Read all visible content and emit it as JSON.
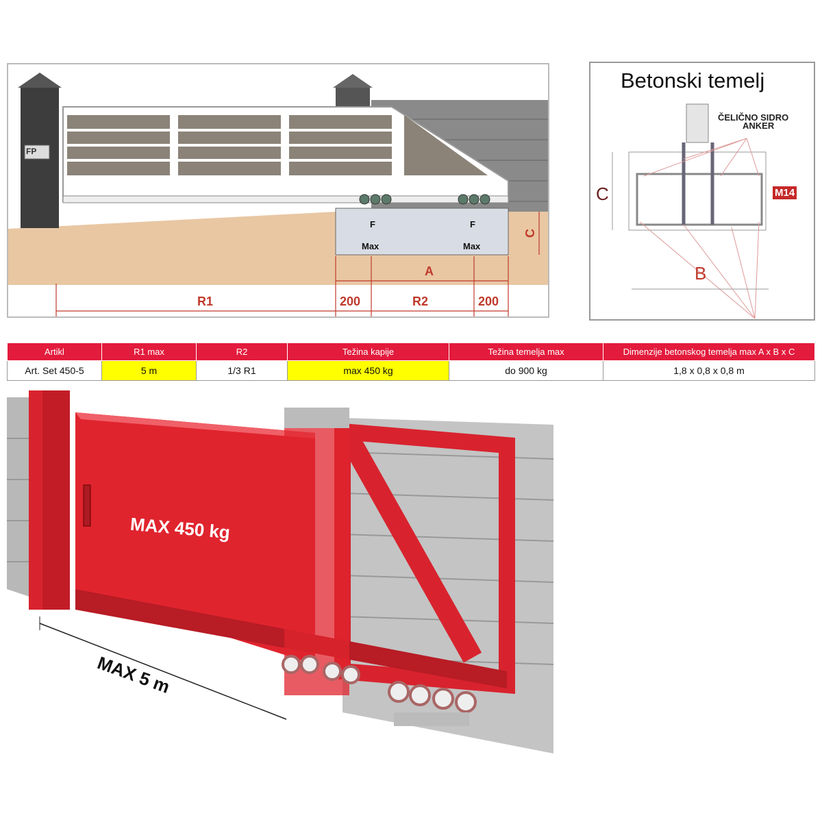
{
  "top_diagram": {
    "brand_plate": "FP",
    "force_label": "F",
    "max_label": "Max",
    "dim_c": "C",
    "dim_a": "A",
    "dim_r1": "R1",
    "dim_200_left": "200",
    "dim_r2": "R2",
    "dim_200_right": "200"
  },
  "foundation": {
    "title": "Betonski temelj",
    "anchor_label_1": "ČELIČNO SIDRO",
    "anchor_label_2": "ANKER",
    "bolt_badge": "M14",
    "dim_c": "C",
    "dim_b": "B"
  },
  "spec_table": {
    "headers": [
      "Artikl",
      "R1 max",
      "R2",
      "Težina kapije",
      "Težina temelja max",
      "Dimenzije betonskog temelja max A x B x C"
    ],
    "row": [
      "Art. Set 450-5",
      "5 m",
      "1/3 R1",
      "max 450 kg",
      "do 900 kg",
      "1,8 x 0,8 x 0,8 m"
    ],
    "highlight_color": "#ffff00",
    "header_color": "#e31b3c"
  },
  "illustration": {
    "gate_load": "MAX 450 kg",
    "max_length": "MAX 5 m",
    "gate_color": "#e0242e"
  }
}
